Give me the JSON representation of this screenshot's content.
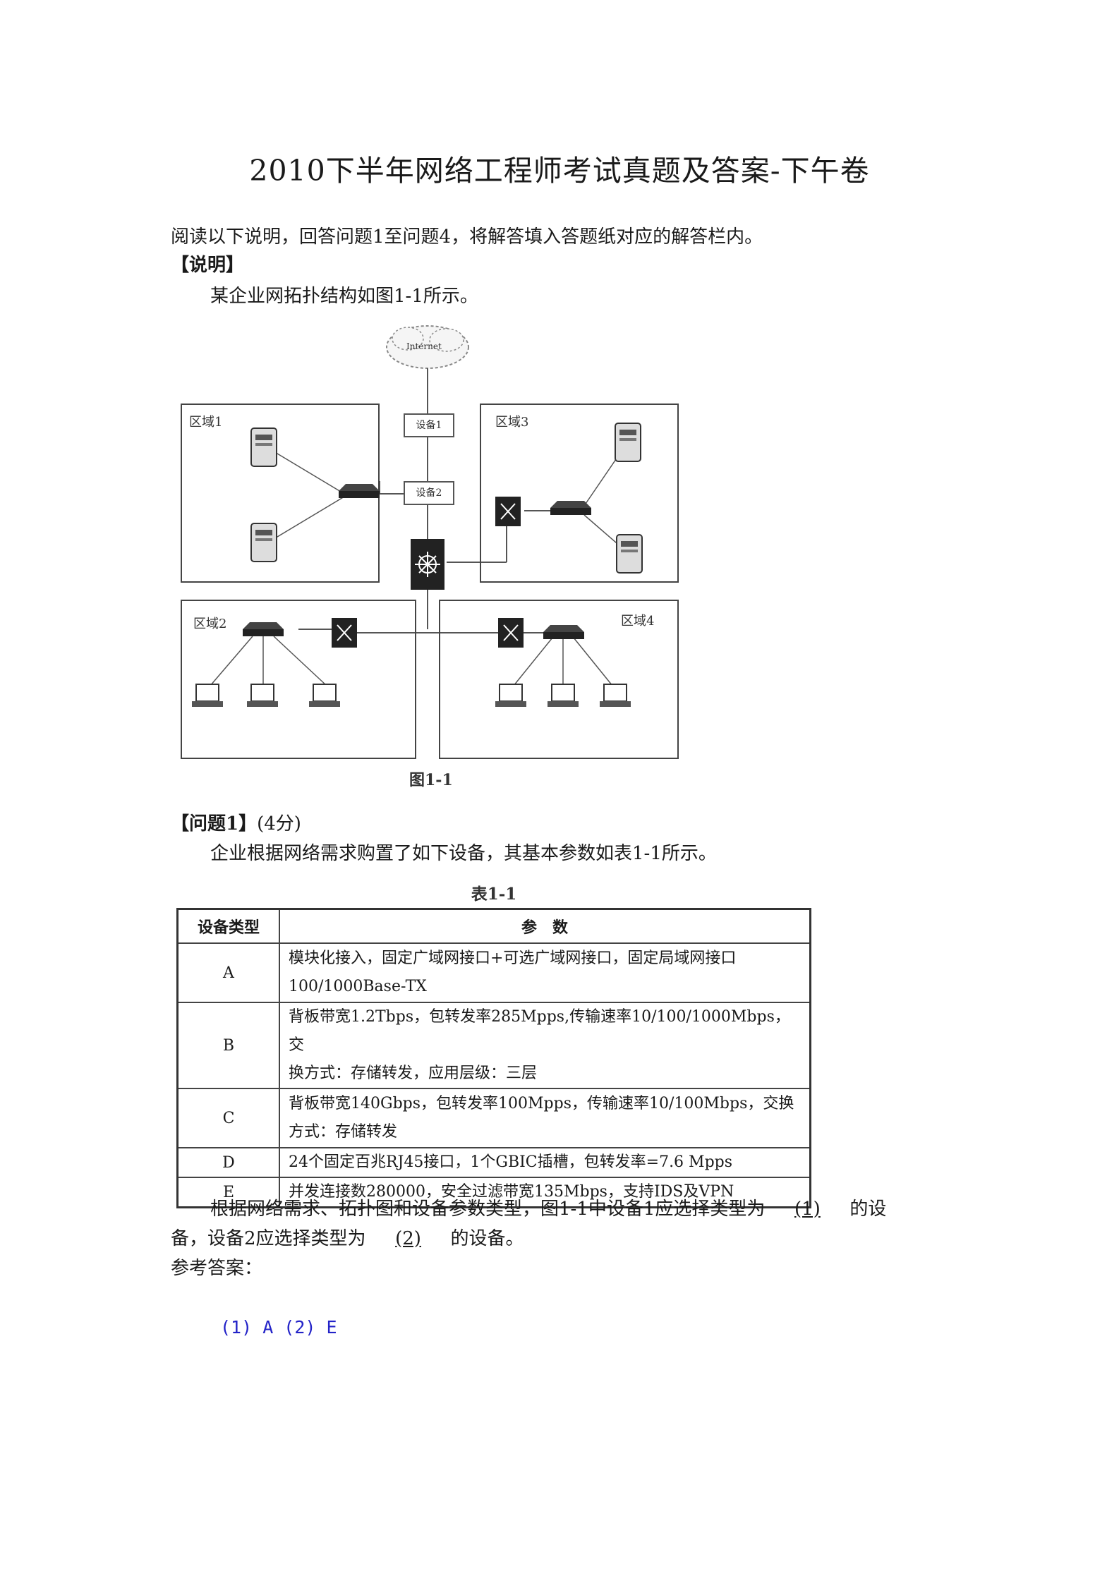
{
  "title": "2010下半年网络工程师考试真题及答案-下午卷",
  "intro": "阅读以下说明，回答问题1至问题4，将解答填入答题纸对应的解答栏内。",
  "explain_header": "【说明】",
  "explain_text": "某企业网拓扑结构如图1-1所示。",
  "figure": {
    "cloud_label": "Internet",
    "device1_label": "设备1",
    "device2_label": "设备2",
    "zones": [
      "区域1",
      "区域2",
      "区域3",
      "区域4"
    ],
    "caption": "图1-1"
  },
  "q1": {
    "header": "【问题1】",
    "score": "(4分)",
    "text": "企业根据网络需求购置了如下设备，其基本参数如表1-1所示。",
    "table_caption": "表1-1",
    "table_headers": [
      "设备类型",
      "参　数"
    ],
    "table_rows": [
      {
        "type": "A",
        "param1": "模块化接入，固定广域网接口+可选广域网接口，固定局域网接口",
        "param2": "100/1000Base-TX"
      },
      {
        "type": "B",
        "param1": "背板带宽1.2Tbps，包转发率285Mpps,传输速率10/100/1000Mbps，交",
        "param2": "换方式：存储转发，应用层级：三层"
      },
      {
        "type": "C",
        "param1": "背板带宽140Gbps，包转发率100Mpps，传输速率10/100Mbps，交换",
        "param2": "方式：存储转发"
      },
      {
        "type": "D",
        "param1": "24个固定百兆RJ45接口，1个GBIC插槽，包转发率=7.6 Mpps",
        "param2": ""
      },
      {
        "type": "E",
        "param1": "并发连接数280000，安全过滤带宽135Mbps，支持IDS及VPN",
        "param2": ""
      }
    ],
    "question_line1_a": "根据网络需求、拓扑图和设备参数类型，图1-1中设备1应选择类型为",
    "blank1": "(1)",
    "question_line1_b": "的设",
    "question_line2_a": "备，设备2应选择类型为",
    "blank2": "(2)",
    "question_line2_b": "的设备。",
    "answer_label": "参考答案：",
    "answer_text": "(1) A (2) E"
  }
}
